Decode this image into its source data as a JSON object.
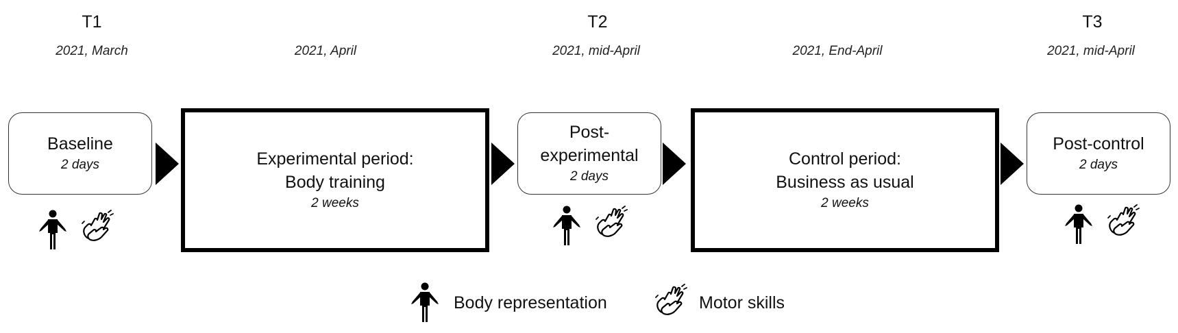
{
  "timepoints": [
    {
      "label": "T1",
      "date": "2021, March"
    },
    {
      "label": "T2",
      "date": "2021, mid-April"
    },
    {
      "label": "T3",
      "date": "2021, mid-April"
    }
  ],
  "period_dates": {
    "experimental": "2021, April",
    "control": "2021, End-April"
  },
  "boxes": {
    "baseline": {
      "title": "Baseline",
      "duration": "2 days"
    },
    "experimental_period": {
      "line1": "Experimental period:",
      "line2": "Body training",
      "duration": "2 weeks"
    },
    "post_experimental": {
      "line1": "Post-",
      "line2": "experimental",
      "duration": "2 days"
    },
    "control_period": {
      "line1": "Control period:",
      "line2": "Business as usual",
      "duration": "2 weeks"
    },
    "post_control": {
      "title": "Post-control",
      "duration": "2 days"
    }
  },
  "legend": {
    "body": {
      "icon": "person-icon",
      "label": "Body representation"
    },
    "motor": {
      "icon": "signing-hands-icon",
      "label": "Motor skills"
    }
  }
}
